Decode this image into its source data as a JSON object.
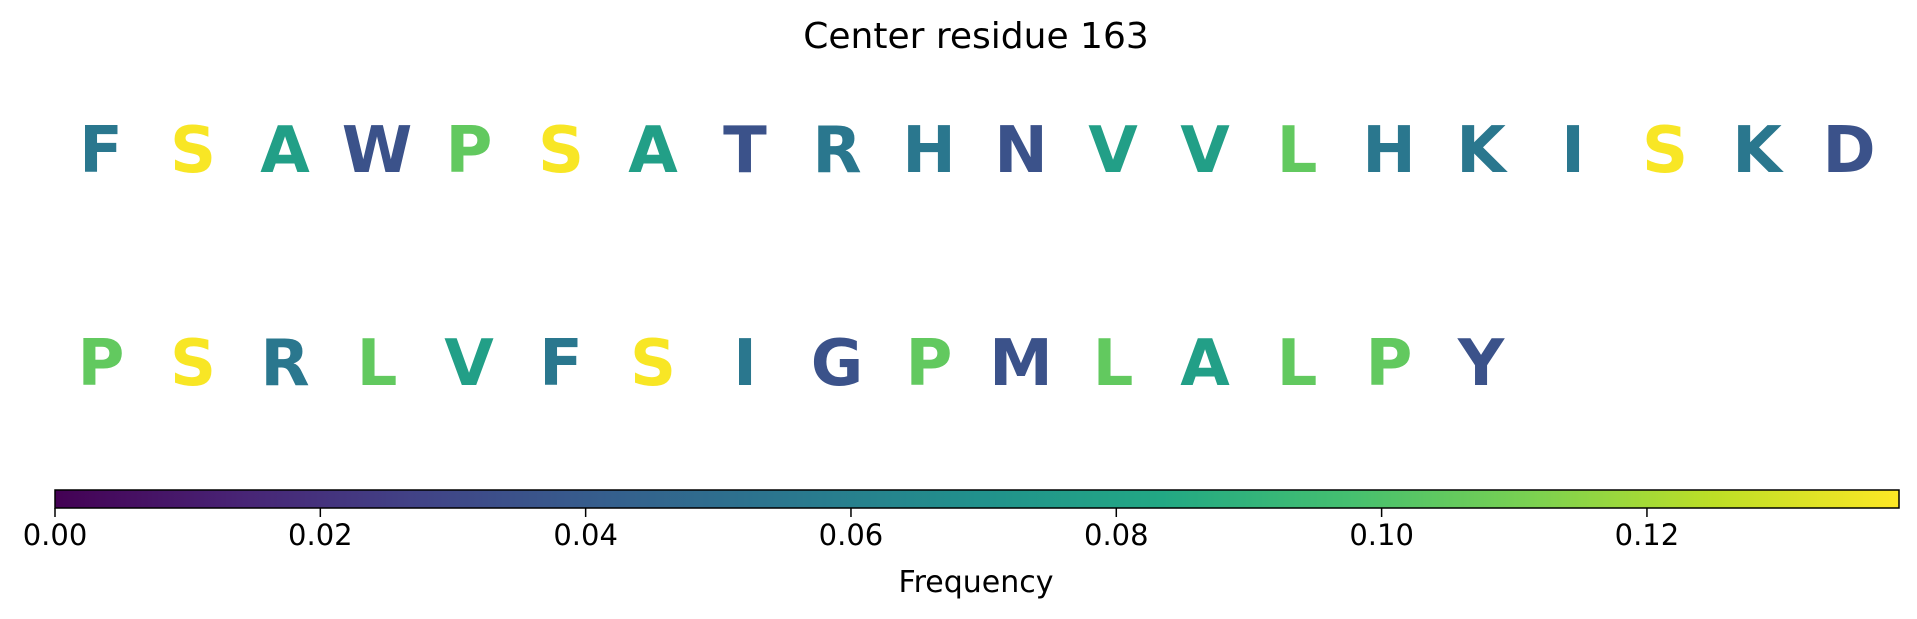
{
  "chart_data": {
    "type": "heatmap",
    "title": "Center residue 163",
    "rows": [
      {
        "letters": [
          "F",
          "S",
          "A",
          "W",
          "P",
          "S",
          "A",
          "T",
          "R",
          "H",
          "N",
          "V",
          "V",
          "L",
          "H",
          "K",
          "I",
          "S",
          "K",
          "D"
        ],
        "values": [
          0.055,
          0.138,
          0.078,
          0.035,
          0.105,
          0.138,
          0.078,
          0.035,
          0.055,
          0.055,
          0.035,
          0.078,
          0.078,
          0.105,
          0.055,
          0.055,
          0.055,
          0.138,
          0.055,
          0.035
        ]
      },
      {
        "letters": [
          "P",
          "S",
          "R",
          "L",
          "V",
          "F",
          "S",
          "I",
          "G",
          "P",
          "M",
          "L",
          "A",
          "L",
          "P",
          "Y"
        ],
        "values": [
          0.105,
          0.138,
          0.055,
          0.105,
          0.078,
          0.055,
          0.138,
          0.055,
          0.035,
          0.105,
          0.035,
          0.105,
          0.078,
          0.105,
          0.105,
          0.035
        ]
      }
    ],
    "colorbar": {
      "label": "Frequency",
      "range": [
        0,
        0.139
      ],
      "ticks": [
        0.0,
        0.02,
        0.04,
        0.06,
        0.08,
        0.1,
        0.12
      ],
      "tick_labels": [
        "0.00",
        "0.02",
        "0.04",
        "0.06",
        "0.08",
        "0.10",
        "0.12"
      ],
      "colormap": "viridis",
      "orientation": "horizontal"
    }
  }
}
